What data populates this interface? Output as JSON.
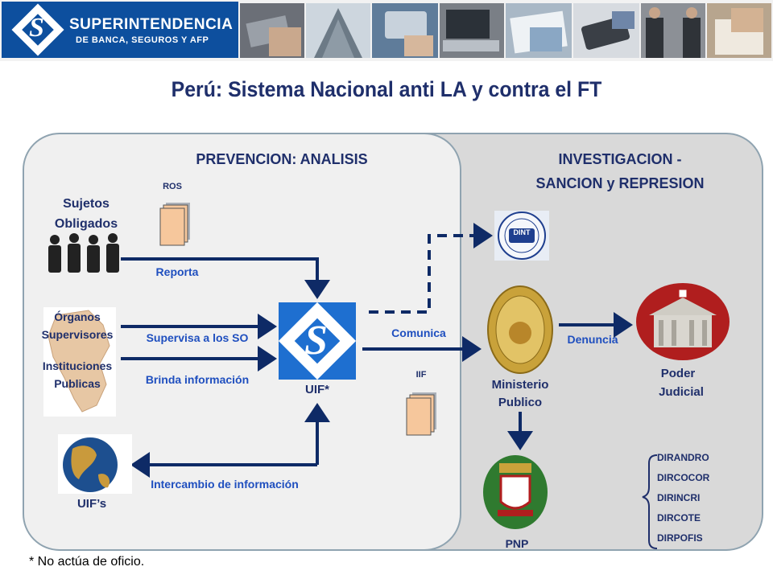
{
  "header": {
    "logo_name": "SUPERINTENDENCIA",
    "logo_sub": "DE BANCA, SEGUROS Y AFP",
    "photos": [
      "photo-card-hand",
      "photo-building",
      "photo-keyboard-enter",
      "photo-laptop",
      "photo-documents",
      "photo-payment-terminal",
      "photo-handshake",
      "photo-writing"
    ]
  },
  "title": "Perú: Sistema Nacional anti LA y contra el FT",
  "prevention": {
    "heading": "PREVENCION: ANALISIS",
    "ros": "ROS",
    "sujetos": [
      "Sujetos",
      "Obligados"
    ],
    "reporta": "Reporta",
    "organos": [
      "Órganos",
      "Supervisores"
    ],
    "instituciones": [
      "Instituciones",
      "Publicas"
    ],
    "supervisa": "Supervisa a los SO",
    "brinda": "Brinda información",
    "uif": "UIF*",
    "intercambio": "Intercambio de información",
    "uifs": "UIF’s"
  },
  "investigation": {
    "heading": [
      "INVESTIGACION  -",
      "SANCION  y REPRESION"
    ],
    "comunica": "Comunica",
    "iif": "IIF",
    "dint_text": "DINT",
    "ministerio": [
      "Ministerio",
      "Publico"
    ],
    "denuncia": "Denuncia",
    "poder": [
      "Poder",
      "Judicial"
    ],
    "pnp": "PNP",
    "units": [
      "DIRANDRO",
      "DIRCOCOR",
      "DIRINCRI",
      "DIRCOTE",
      "DIRPOFIS"
    ]
  },
  "footnote": "* No actúa de oficio.",
  "colors": {
    "navy": "#1f2f6b",
    "arrow": "#0e2a66",
    "link_blue": "#1f4fbf",
    "logo_blue": "#0d4f9e"
  }
}
